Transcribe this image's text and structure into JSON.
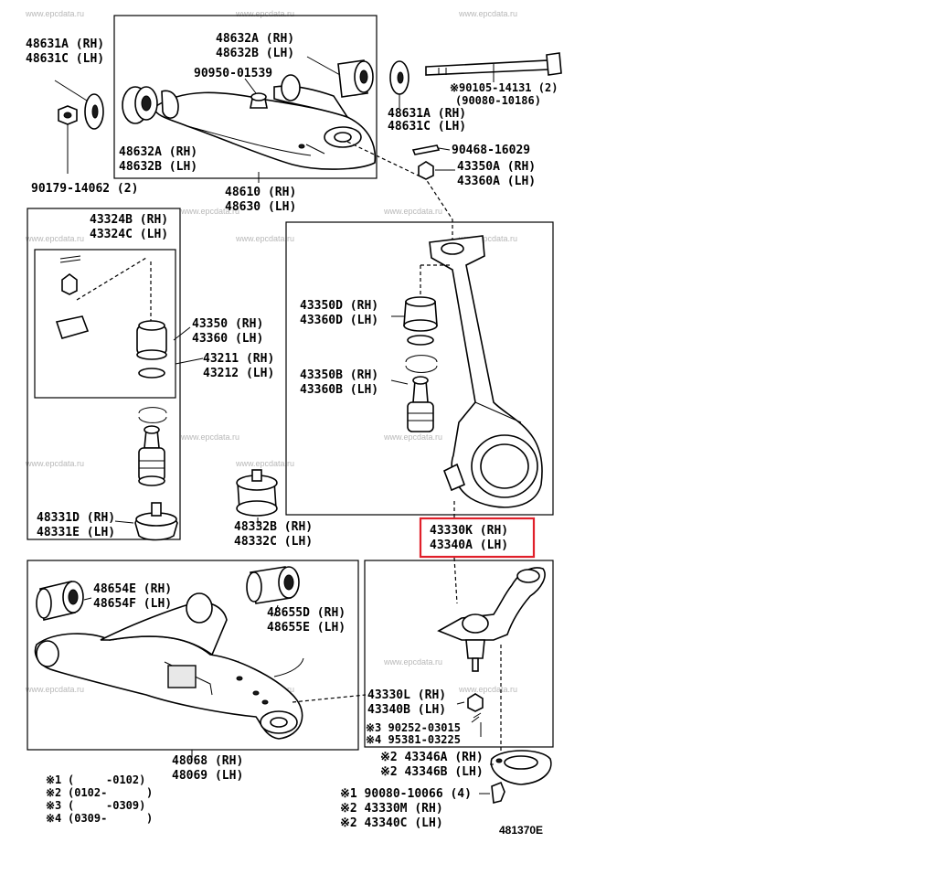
{
  "watermark": "www.epcdata.ru",
  "diagram_code": "481370E",
  "labels": {
    "upper_washer_left": [
      "48631A (RH)",
      "48631C (LH)"
    ],
    "upper_bushing_top": [
      "48632A (RH)",
      "48632B (LH)"
    ],
    "grease_fitting": "90950-01539",
    "upper_bushing_left": [
      "48632A (RH)",
      "48632B (LH)"
    ],
    "nut_left": "90179-14062 (2)",
    "upper_arm": [
      "48610 (RH)",
      "48630 (LH)"
    ],
    "bolt": [
      "※90105-14131 (2)",
      "(90080-10186)"
    ],
    "upper_washer_right": [
      "48631A (RH)",
      "48631C (LH)"
    ],
    "cotter_pin": "90468-16029",
    "castle_nut": [
      "43350A (RH)",
      "43360A (LH)"
    ],
    "lower_joint_kit": [
      "43324B (RH)",
      "43324C (LH)"
    ],
    "lower_joint": [
      "43350 (RH)",
      "43360 (LH)"
    ],
    "boot": [
      "43211 (RH)",
      "43212 (LH)"
    ],
    "upper_boot": [
      "43350D (RH)",
      "43360D (LH)"
    ],
    "upper_joint": [
      "43350B (RH)",
      "43360B (LH)"
    ],
    "bumper_left": [
      "48331D (RH)",
      "48331E (LH)"
    ],
    "bumper_right": [
      "48332B (RH)",
      "48332C (LH)"
    ],
    "knuckle": [
      "43330K (RH)",
      "43340A (LH)"
    ],
    "lower_bushing_a": [
      "48654E (RH)",
      "48654F (LH)"
    ],
    "lower_bushing_b": [
      "48655D (RH)",
      "48655E (LH)"
    ],
    "lower_arm": [
      "48068 (RH)",
      "48069 (LH)"
    ],
    "steering_arm": [
      "43330L (RH)",
      "43340B (LH)"
    ],
    "steering_pins": [
      "※3 90252-03015",
      "※4 95381-03225"
    ],
    "dust_cover": [
      "※2 43346A (RH)",
      "※2 43346B (LH)"
    ],
    "arm_bolt": "※1 90080-10066 (4)",
    "arm_assy": [
      "※2 43330M (RH)",
      "※2 43340C (LH)"
    ]
  },
  "footnotes": [
    [
      "※1",
      "(",
      "-0102)"
    ],
    [
      "※2",
      "(0102-",
      ")"
    ],
    [
      "※3",
      "(",
      "-0309)"
    ],
    [
      "※4",
      "(0309-",
      ")"
    ]
  ]
}
